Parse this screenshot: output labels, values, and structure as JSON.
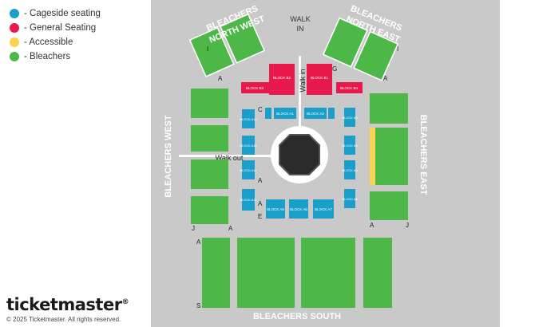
{
  "legend": [
    {
      "label": "- Cageside seating",
      "color": "#1a9fcb"
    },
    {
      "label": "- General Seating",
      "color": "#e8194b"
    },
    {
      "label": "- Accessible",
      "color": "#fdd34d"
    },
    {
      "label": "- Bleachers",
      "color": "#4db848"
    }
  ],
  "map": {
    "bleachers_nw": [
      "BLEACHERS",
      "NORTH WEST"
    ],
    "bleachers_ne": [
      "BLEACHERS",
      "NORTH EAST"
    ],
    "bleachers_west": "BLEACHERS  WEST",
    "bleachers_east": "BLEACHERS  EAST",
    "bleachers_south": "BLEACHERS  SOUTH",
    "walk_in_top": [
      "WALK",
      "IN"
    ],
    "walk_in_vertical": "Walk in",
    "walk_out": "Walk out",
    "blocks": {
      "b1": "BLOCK B1",
      "b2": "BLOCK B2",
      "b3": "BLOCK B3",
      "b4": "BLOCK B4",
      "a1": "BLOCK A1",
      "a2": "BLOCK A2",
      "a3": "BLOCK A3",
      "a4": "BLOCK A4",
      "a5": "BLOCK A5",
      "a6": "BLOCK A6",
      "a7": "BLOCK A7",
      "a8": "BLOCK A8",
      "a9": "BLOCK A9",
      "a10": "BLOCK A10",
      "a11": "BLOCK A11",
      "a12": "BLOCK A12",
      "a13": "BLOCK A13"
    },
    "letters": {
      "nw_i": "I",
      "nw_a": "A",
      "ne_i": "I",
      "ne_a": "A",
      "g": "G",
      "c": "C",
      "left_a1": "A",
      "left_a2": "A",
      "left_e": "E",
      "w_j": "J",
      "w_a": "A",
      "e_a": "A",
      "e_j": "J",
      "s_a": "A",
      "s_s": "S"
    }
  },
  "brand": {
    "name": "ticketmaster",
    "mark": "®",
    "copyright": "© 2025 Ticketmaster. All rights reserved."
  }
}
